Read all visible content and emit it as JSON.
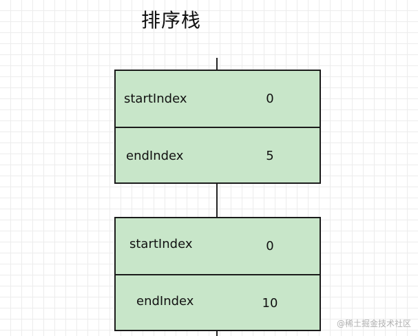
{
  "title": "排序栈",
  "frames": [
    {
      "rows": [
        {
          "label": "startIndex",
          "value": "0"
        },
        {
          "label": "endIndex",
          "value": "5"
        }
      ]
    },
    {
      "rows": [
        {
          "label": "startIndex",
          "value": "0"
        },
        {
          "label": "endIndex",
          "value": "10"
        }
      ]
    }
  ],
  "watermark": "@稀土掘金技术社区",
  "colors": {
    "cell_fill": "#c8e6c9",
    "border": "#1a1a1a",
    "grid": "#ececec"
  }
}
